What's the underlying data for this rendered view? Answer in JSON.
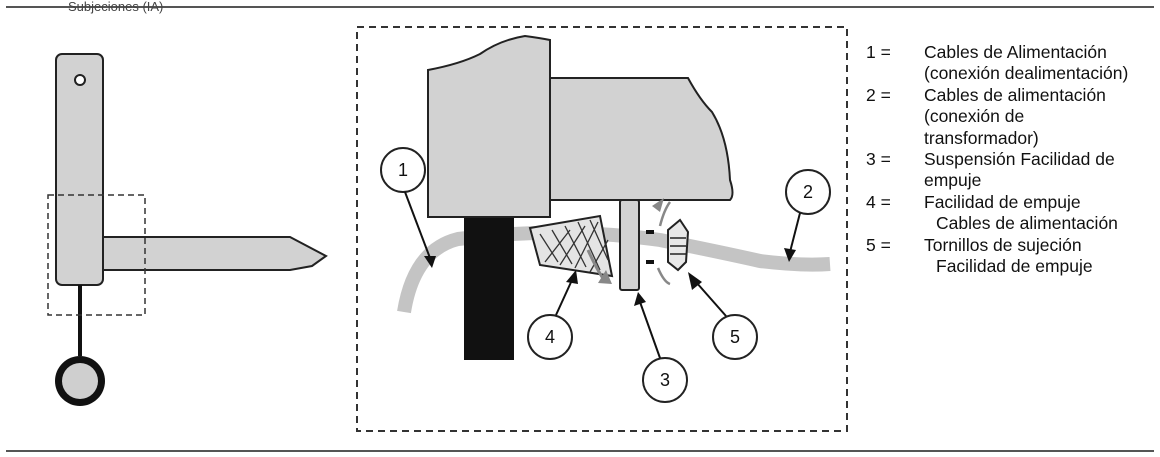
{
  "caption_fragment": "Subjeciones (IA)",
  "callouts": [
    "1",
    "2",
    "3",
    "4",
    "5"
  ],
  "legend": [
    {
      "key": "1 =",
      "lines": [
        "Cables de Alimentación",
        "(conexión dealimentación)"
      ]
    },
    {
      "key": "2 =",
      "lines": [
        "Cables de alimentación",
        "(conexión de",
        "transformador)"
      ]
    },
    {
      "key": "3 =",
      "lines": [
        "Suspensión Facilidad de",
        "empuje"
      ]
    },
    {
      "key": "4 =",
      "lines": [
        "Facilidad de empuje",
        "Cables de alimentación"
      ]
    },
    {
      "key": "5 =",
      "lines": [
        "Tornillos de sujeción",
        "Facilidad de empuje"
      ]
    }
  ],
  "colors": {
    "part_fill": "#d2d2d2",
    "cable": "#c4c4c4",
    "outline": "#222222",
    "dark_block": "#111111"
  }
}
